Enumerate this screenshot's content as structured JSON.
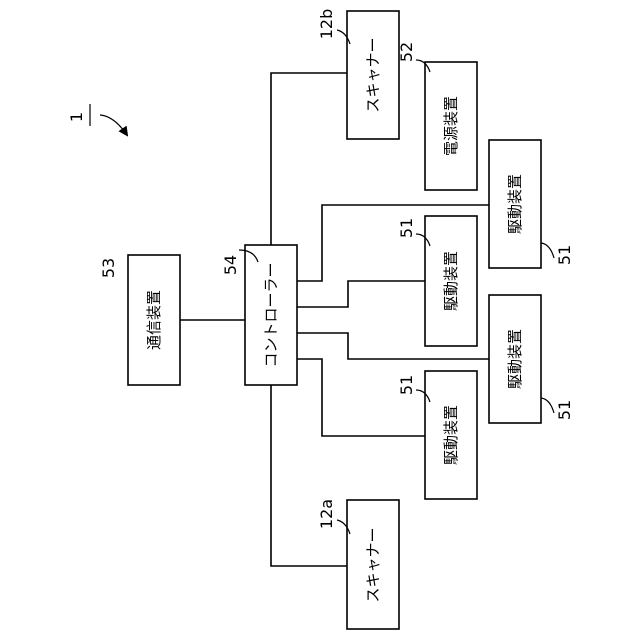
{
  "figure_ref": "1",
  "blocks": {
    "controller": {
      "label": "コントローラー",
      "ref": "54"
    },
    "comm": {
      "label": "通信装置",
      "ref": "53"
    },
    "scanner_a": {
      "label": "スキャナー",
      "ref": "12a"
    },
    "scanner_b": {
      "label": "スキャナー",
      "ref": "12b"
    },
    "power": {
      "label": "電源装置",
      "ref": "52"
    },
    "drive_1": {
      "label": "駆動装置",
      "ref": "51"
    },
    "drive_2": {
      "label": "駆動装置",
      "ref": "51"
    },
    "drive_3": {
      "label": "駆動装置",
      "ref": "51"
    },
    "drive_4": {
      "label": "駆動装置",
      "ref": "51"
    }
  }
}
